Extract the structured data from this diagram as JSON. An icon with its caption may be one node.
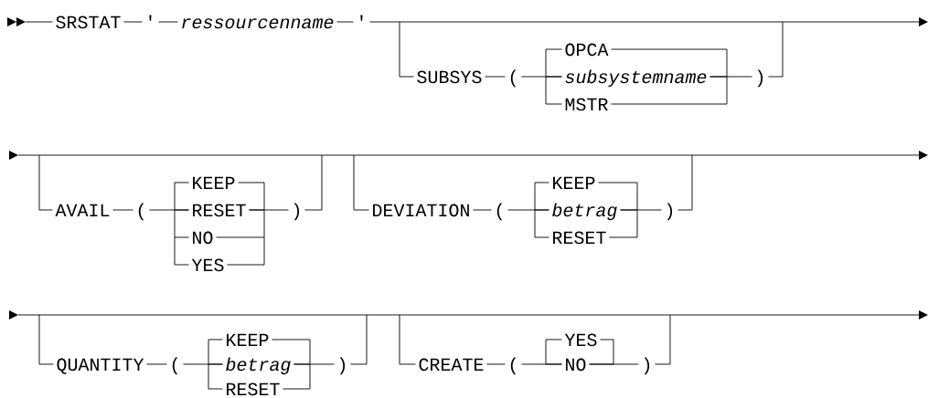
{
  "diagram": {
    "labels": [
      "SRSTAT",
      "'",
      "ressourcenname",
      "'",
      "SUBSYS",
      "(",
      "OPCA",
      "subsystemname",
      "MSTR",
      ")",
      "AVAIL",
      "(",
      "KEEP",
      "RESET",
      "NO",
      "YES",
      ")",
      "DEVIATION",
      "(",
      "KEEP",
      "betrag",
      "RESET",
      ")",
      "QUANTITY",
      "(",
      "KEEP",
      "betrag",
      "RESET",
      ")",
      "CREATE",
      "(",
      "YES",
      "NO",
      ")"
    ]
  }
}
